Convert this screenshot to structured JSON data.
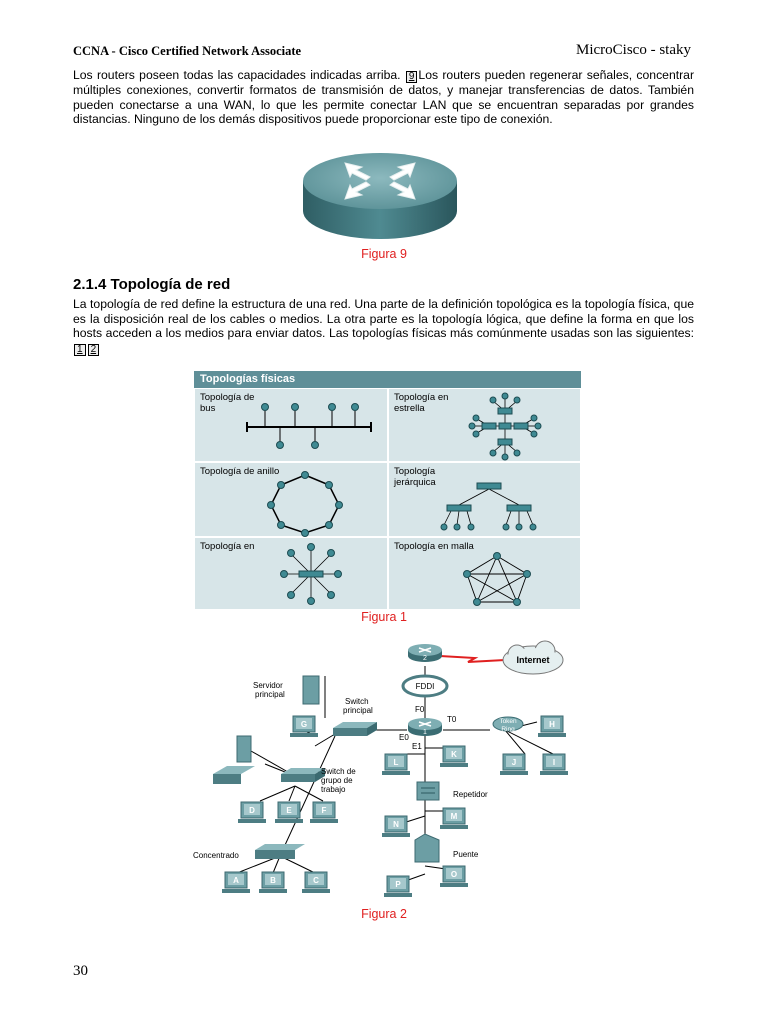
{
  "header": {
    "left": "CCNA - Cisco Certified Network Associate",
    "right": "MicroCisco - staky"
  },
  "para1": {
    "before": "Los routers poseen todas las capacidades indicadas arriba. ",
    "ref": "9",
    "after": "Los routers pueden regenerar señales, concentrar múltiples conexiones, convertir formatos de transmisión de datos, y manejar transferencias de datos. También pueden conectarse a una WAN, lo que les permite conectar LAN que se encuentran separadas por grandes distancias. Ninguno de los demás dispositivos puede proporcionar este tipo de conexión."
  },
  "fig9_caption": "Figura 9",
  "section_title": "2.1.4 Topología de red",
  "para2": {
    "text": "La topología de red define la estructura de una red. Una parte de la definición topológica es la topología física, que es la disposición real de los cables o medios. La otra parte es la topología lógica, que define la forma en que los hosts acceden a los medios para enviar datos. Las topologías físicas más comúnmente usadas son las siguientes: ",
    "ref1": "1",
    "ref2": "2"
  },
  "topologies": {
    "title": "Topologías físicas",
    "cells": [
      {
        "label1": "Topología de",
        "label2": "bus"
      },
      {
        "label1": "Topología en",
        "label2": "estrella"
      },
      {
        "label1": "Topología de anillo",
        "label2": ""
      },
      {
        "label1": "Topología",
        "label2": "jerárquica"
      },
      {
        "label1": "Topología en",
        "label2": ""
      },
      {
        "label1": "Topología en malla",
        "label2": ""
      }
    ]
  },
  "fig1_caption": "Figura 1",
  "network": {
    "internet": "Internet",
    "fddi": "FDDI",
    "servidor1": "Servidor",
    "servidor2": "principal",
    "switch1": "Switch",
    "switch2": "principal",
    "f0": "F0",
    "t0": "T0",
    "e0": "E0",
    "e1": "E1",
    "token1": "Token",
    "token2": "Ring",
    "router_top": "2",
    "router_main": "1",
    "wg1": "Switch de",
    "wg2": "grupo de",
    "wg3": "trabajo",
    "repetidor": "Repetidor",
    "puente": "Puente",
    "concentrado": "Concentrado",
    "hosts": [
      "A",
      "B",
      "C",
      "D",
      "E",
      "F",
      "G",
      "H",
      "I",
      "J",
      "K",
      "L",
      "M",
      "N",
      "O",
      "P"
    ]
  },
  "fig2_caption": "Figura 2",
  "page_number": "30"
}
